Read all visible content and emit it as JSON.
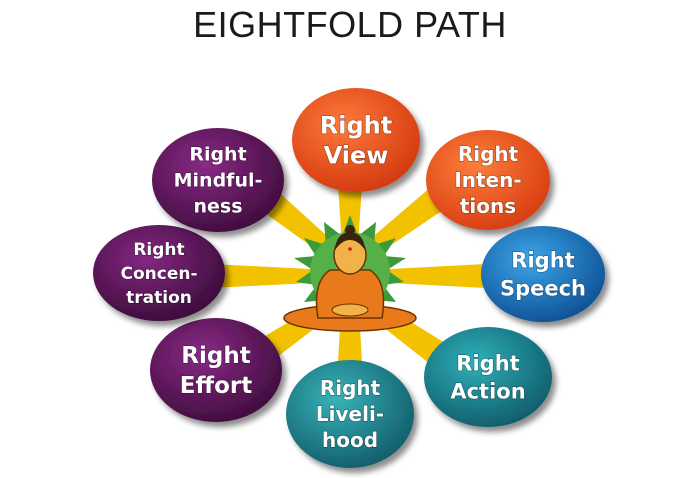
{
  "title": "EIGHTFOLD PATH",
  "colors": {
    "ray": "#f2c200",
    "halo": "#3c9a3c",
    "figure": "#e87a1c",
    "face": "#f1b24a"
  },
  "nodes": [
    {
      "id": "view",
      "lines": [
        "Right",
        "View"
      ],
      "color": "#e2491d",
      "icon": "circle"
    },
    {
      "id": "intentions",
      "lines": [
        "Right",
        "Inten-",
        "tions"
      ],
      "color": "#e8531f",
      "icon": "circle"
    },
    {
      "id": "speech",
      "lines": [
        "Right",
        "Speech"
      ],
      "color": "#1d6fb4",
      "icon": "circle"
    },
    {
      "id": "action",
      "lines": [
        "Right",
        "Action"
      ],
      "color": "#1a7f8c",
      "icon": "circle"
    },
    {
      "id": "livelihood",
      "lines": [
        "Right",
        "Liveli-",
        "hood"
      ],
      "color": "#1f7c85",
      "icon": "circle"
    },
    {
      "id": "effort",
      "lines": [
        "Right",
        "Effort"
      ],
      "color": "#5b1656",
      "icon": "circle"
    },
    {
      "id": "concentration",
      "lines": [
        "Right",
        "Concen-",
        "tration"
      ],
      "color": "#521650",
      "icon": "circle"
    },
    {
      "id": "mindfulness",
      "lines": [
        "Right",
        "Mindful-",
        "ness"
      ],
      "color": "#5a1758",
      "icon": "circle"
    }
  ]
}
